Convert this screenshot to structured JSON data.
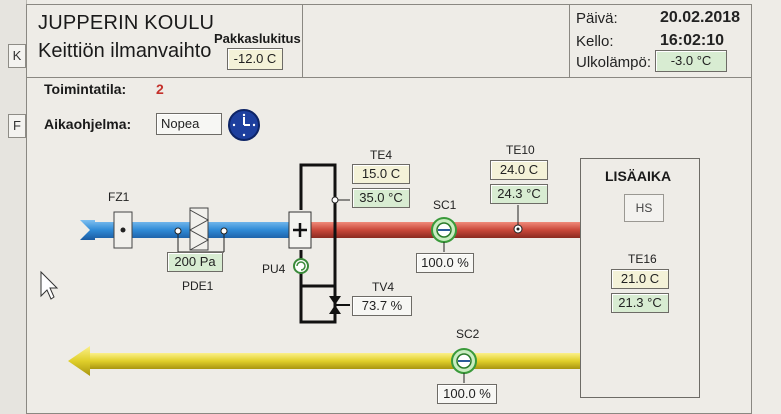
{
  "header": {
    "school": "JUPPERIN KOULU",
    "subtitle": "Keittiön ilmanvaihto",
    "frost_label": "Pakkaslukitus",
    "frost_value": "-12.0 C",
    "date_label": "Päivä:",
    "date_value": "20.02.2018",
    "time_label": "Kello:",
    "time_value": "16:02:10",
    "outdoor_label": "Ulkolämpö:",
    "outdoor_value": "-3.0 °C"
  },
  "status": {
    "mode_label": "Toimintatila:",
    "mode_value": "2",
    "schedule_label": "Aikaohjelma:",
    "schedule_value": "Nopea"
  },
  "left_buttons": [
    "K",
    "F"
  ],
  "process": {
    "fz1": "FZ1",
    "pde1": "PDE1",
    "pde1_value": "200 Pa",
    "pu4": "PU4",
    "te4": "TE4",
    "te4_set": "15.0 C",
    "te4_value": "35.0 °C",
    "tv4": "TV4",
    "tv4_value": "73.7 %",
    "sc1": "SC1",
    "sc1_value": "100.0 %",
    "te10": "TE10",
    "te10_set": "24.0 C",
    "te10_value": "24.3 °C",
    "sc2": "SC2",
    "sc2_value": "100.0 %"
  },
  "lisaaika": {
    "title": "LISÄAIKA",
    "button": "HS",
    "te16": "TE16",
    "te16_set": "21.0 C",
    "te16_value": "21.3 °C"
  },
  "colors": {
    "supply_cold": "#2f8ad6",
    "supply_warm": "#c9483a",
    "exhaust": "#e0cf2a",
    "setpoint_bg": "#f4f2d8",
    "measure_bg": "#d8ecd2"
  }
}
